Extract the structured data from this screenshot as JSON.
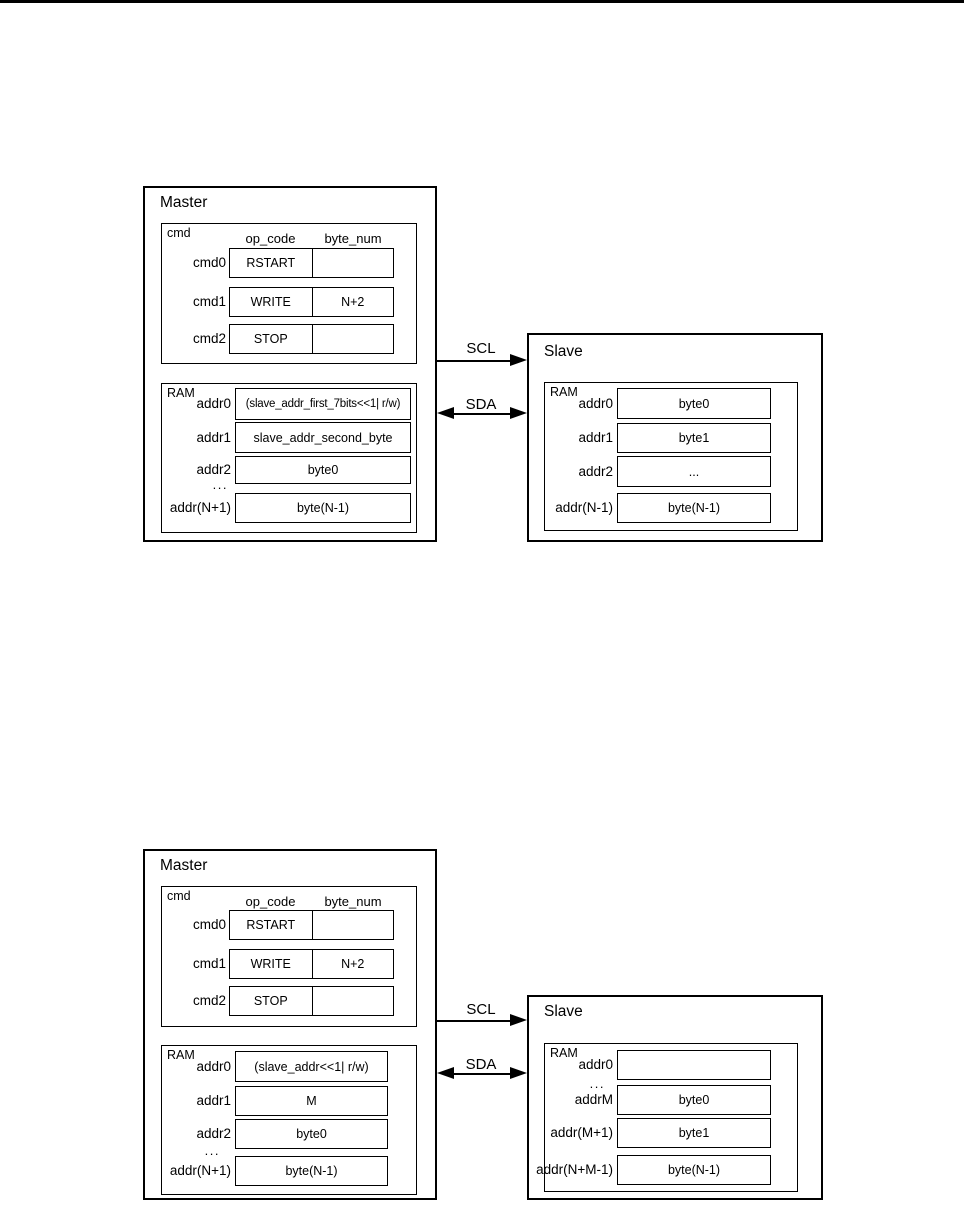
{
  "colors": {
    "line": "#000000",
    "background": "#ffffff"
  },
  "figures": {
    "top": {
      "master": {
        "title": "Master",
        "cmd_label": "cmd",
        "col_headers": [
          "op_code",
          "byte_num"
        ],
        "cmd_rows": [
          {
            "label": "cmd0",
            "op_code": "RSTART",
            "byte_num": ""
          },
          {
            "label": "cmd1",
            "op_code": "WRITE",
            "byte_num": "N+2"
          },
          {
            "label": "cmd2",
            "op_code": "STOP",
            "byte_num": ""
          }
        ],
        "ram_label": "RAM",
        "ram_rows": [
          {
            "label": "addr0",
            "value": "(slave_addr_first_7bits<<1| r/w)"
          },
          {
            "label": "addr1",
            "value": "slave_addr_second_byte"
          },
          {
            "label": "addr2",
            "value": "byte0"
          },
          {
            "label": "addr(N+1)",
            "value": "byte(N-1)"
          }
        ],
        "ellipsis": "..."
      },
      "bus": {
        "scl_label": "SCL",
        "sda_label": "SDA"
      },
      "slave": {
        "title": "Slave",
        "ram_label": "RAM",
        "ram_rows": [
          {
            "label": "addr0",
            "value": "byte0"
          },
          {
            "label": "addr1",
            "value": "byte1"
          },
          {
            "label": "addr2",
            "value": "..."
          },
          {
            "label": "addr(N-1)",
            "value": "byte(N-1)"
          }
        ]
      }
    },
    "bottom": {
      "master": {
        "title": "Master",
        "cmd_label": "cmd",
        "col_headers": [
          "op_code",
          "byte_num"
        ],
        "cmd_rows": [
          {
            "label": "cmd0",
            "op_code": "RSTART",
            "byte_num": ""
          },
          {
            "label": "cmd1",
            "op_code": "WRITE",
            "byte_num": "N+2"
          },
          {
            "label": "cmd2",
            "op_code": "STOP",
            "byte_num": ""
          }
        ],
        "ram_label": "RAM",
        "ram_rows": [
          {
            "label": "addr0",
            "value": "(slave_addr<<1| r/w)"
          },
          {
            "label": "addr1",
            "value": "M"
          },
          {
            "label": "addr2",
            "value": "byte0"
          },
          {
            "label": "addr(N+1)",
            "value": "byte(N-1)"
          }
        ],
        "ellipsis": "..."
      },
      "bus": {
        "scl_label": "SCL",
        "sda_label": "SDA"
      },
      "slave": {
        "title": "Slave",
        "ram_label": "RAM",
        "ellipsis": "...",
        "ram_rows": [
          {
            "label": "addr0",
            "value": ""
          },
          {
            "label": "addrM",
            "value": "byte0"
          },
          {
            "label": "addr(M+1)",
            "value": "byte1"
          },
          {
            "label": "addr(N+M-1)",
            "value": "byte(N-1)"
          }
        ]
      }
    }
  }
}
